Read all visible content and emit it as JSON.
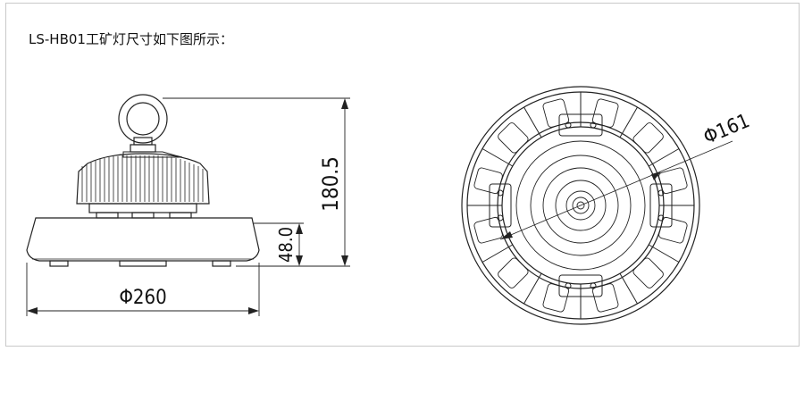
{
  "title": "LS-HB01工矿灯尺寸如下图所示：",
  "dimensions": {
    "width_label": "Φ260",
    "height_label": "180.5",
    "base_height_label": "48.0",
    "inner_diameter_label": "Φ161"
  }
}
